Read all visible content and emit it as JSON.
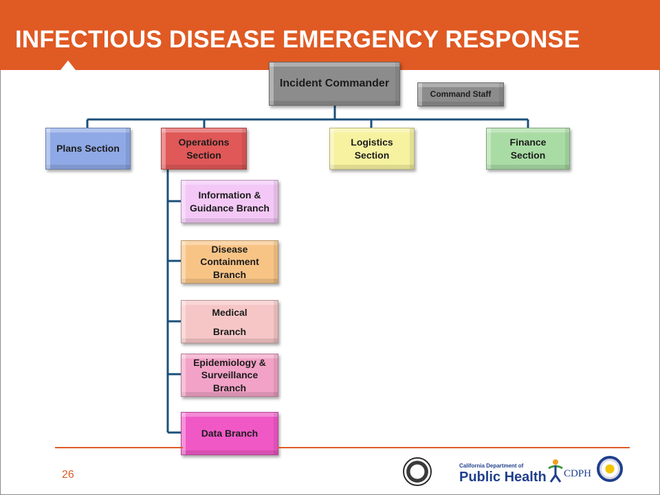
{
  "slide": {
    "title": "INFECTIOUS DISEASE EMERGENCY RESPONSE",
    "page_number": "26"
  },
  "org_chart": {
    "commander": "Incident Commander",
    "command_staff": "Command Staff",
    "sections": [
      {
        "lines": [
          "Plans  Section"
        ],
        "color": "#8fa9e6"
      },
      {
        "lines": [
          "Operations",
          "Section"
        ],
        "color": "#e05858"
      },
      {
        "lines": [
          "Logistics",
          "Section"
        ],
        "color": "#f6f2a0"
      },
      {
        "lines": [
          "Finance",
          "Section"
        ],
        "color": "#a9dca4"
      }
    ],
    "branches": [
      {
        "lines": [
          "Information &",
          "Guidance Branch"
        ],
        "color": "#f3c8f6"
      },
      {
        "lines": [
          "Disease",
          "Containment",
          "Branch"
        ],
        "color": "#f8c486"
      },
      {
        "lines": [
          "Medical",
          "Branch"
        ],
        "color": "#f6c6c6"
      },
      {
        "lines": [
          "Epidemiology &",
          "Surveillance",
          "Branch"
        ],
        "color": "#f2a2c6"
      },
      {
        "lines": [
          "Data Branch"
        ],
        "color": "#f058c6"
      }
    ]
  },
  "logos": {
    "cdph_small": "California Department of",
    "cdph_big": "Public Health",
    "cdph_abbrev": "CDPH"
  },
  "colors": {
    "accent": "#e05a24",
    "connector": "#1b4f7a",
    "commander_box": "#8c8c8c"
  }
}
